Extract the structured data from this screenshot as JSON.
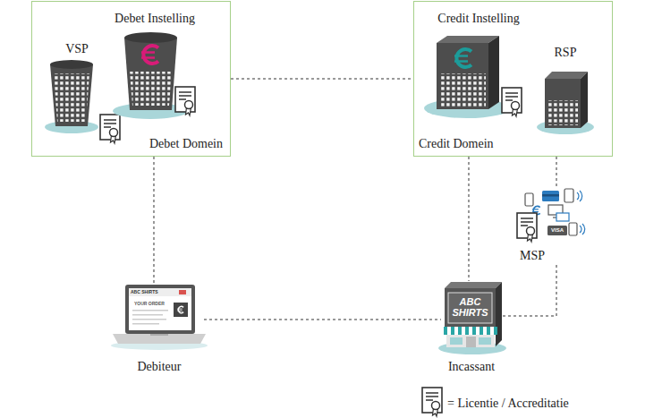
{
  "diagram": {
    "nodes": [
      {
        "text": [
          "Debet Domein"
        ]
      },
      {
        "text": [
          "VSP"
        ],
        "in": 0
      },
      {
        "text": [
          "Debet Instelling"
        ],
        "in": 0
      },
      {
        "text": [
          "Credit Domein"
        ]
      },
      {
        "text": [
          "Credit Instelling"
        ],
        "in": 3
      },
      {
        "text": [
          "RSP"
        ],
        "in": 3
      },
      {
        "text": [
          "VISA",
          "MSP"
        ]
      },
      {
        "text": [
          "ABC SHIRTS",
          "YOUR ORDER",
          "Debiteur"
        ]
      },
      {
        "text": [
          "ABC SHIRTS",
          "Incassant"
        ]
      }
    ],
    "edges": [
      {
        "from": 0,
        "to": 3,
        "arrow": "none"
      },
      {
        "from": 0,
        "to": 7,
        "arrow": "none"
      },
      {
        "from": 3,
        "to": 8,
        "arrow": "none"
      },
      {
        "from": 3,
        "to": 6,
        "arrow": "none"
      },
      {
        "from": 6,
        "to": 8,
        "arrow": "none"
      },
      {
        "from": 7,
        "to": 8,
        "arrow": "none"
      }
    ],
    "legend": [
      {
        "text": "= Licentie / Accreditatie"
      }
    ]
  }
}
